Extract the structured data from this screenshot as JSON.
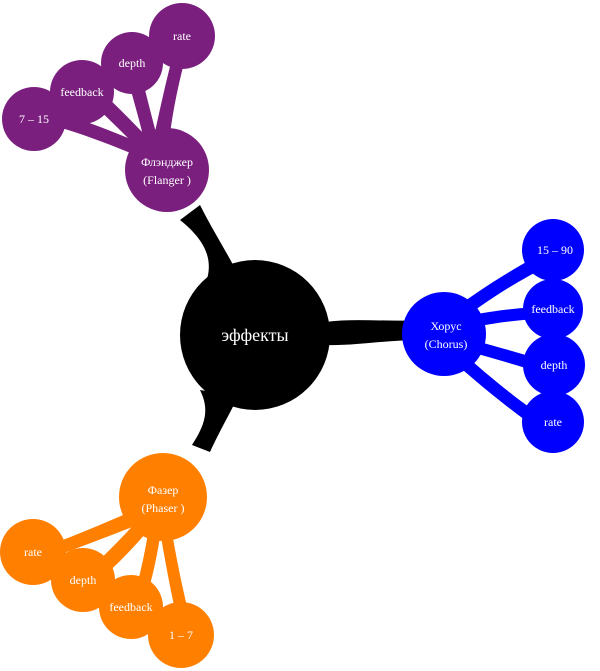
{
  "mindmap": {
    "center": {
      "label": "эффекты",
      "color": "#000000"
    },
    "branches": [
      {
        "id": "flanger",
        "label_lines": [
          "Флэнджер",
          "(Flanger )"
        ],
        "color": "#7a1f7e",
        "leaves": [
          "rate",
          "depth",
          "feedback",
          "7 –  15"
        ]
      },
      {
        "id": "chorus",
        "label_lines": [
          "Хорус",
          "(Chorus)"
        ],
        "color": "#0000ff",
        "leaves": [
          "15 –  90",
          "feedback",
          "depth",
          "rate"
        ]
      },
      {
        "id": "phaser",
        "label_lines": [
          "Фазер",
          "(Phaser )"
        ],
        "color": "#ff7f00",
        "leaves": [
          "rate",
          "depth",
          "feedback",
          "1 –  7"
        ]
      }
    ]
  }
}
